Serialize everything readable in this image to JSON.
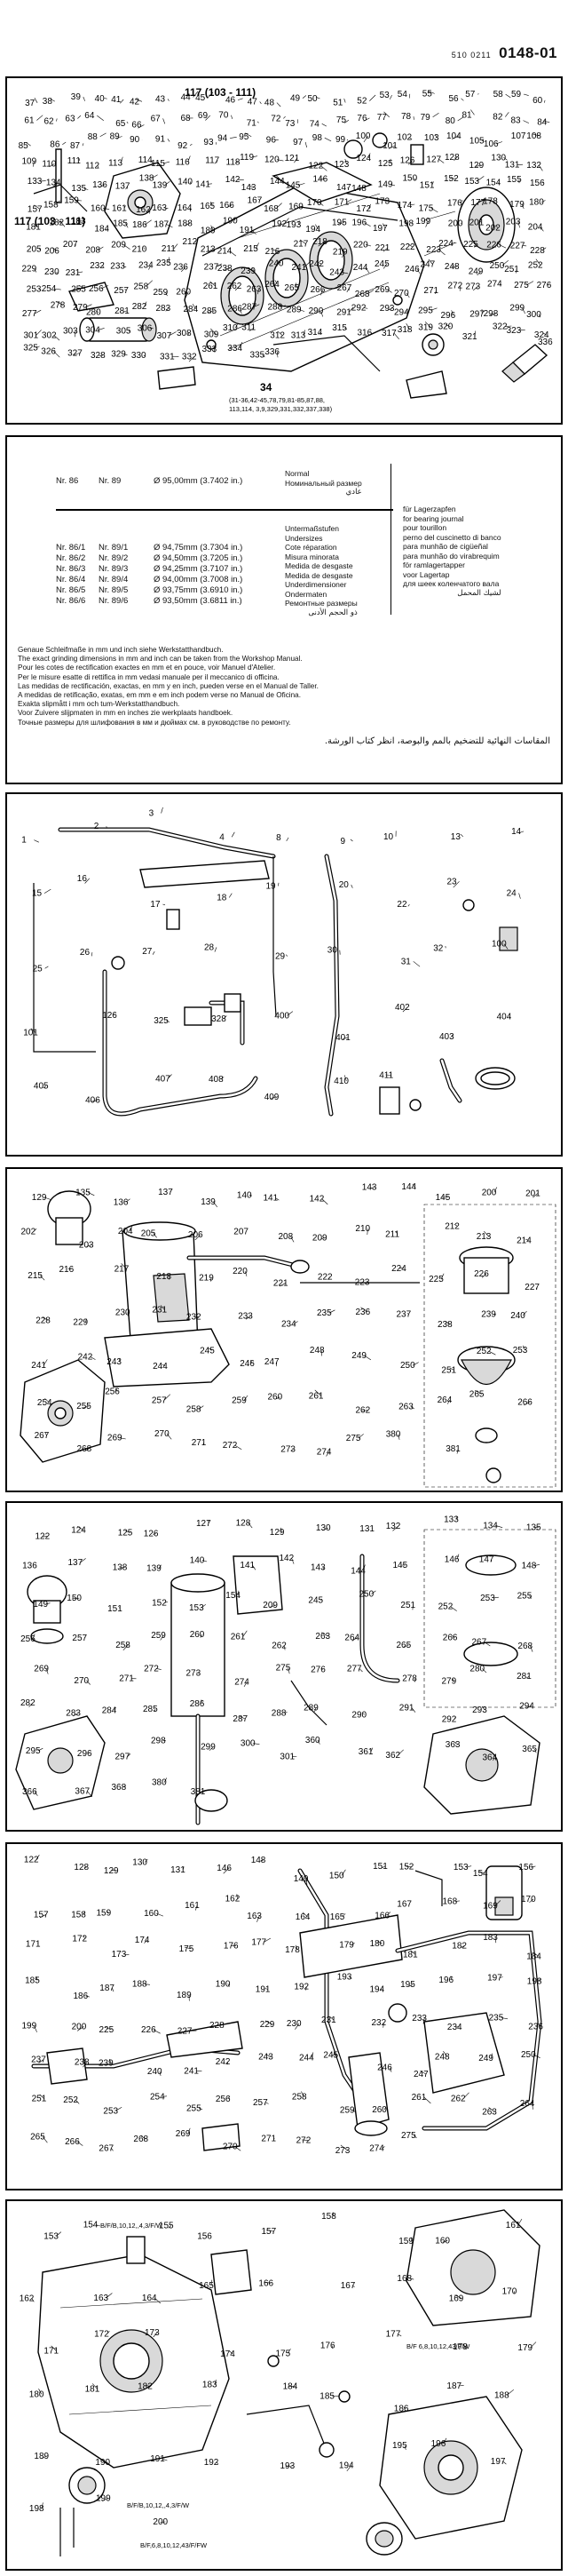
{
  "header": {
    "catalog_prefix": "510 0211",
    "catalog_number": "0148-01"
  },
  "panel1": {
    "labels": [
      "37",
      "38",
      "39",
      "40",
      "41",
      "42",
      "43",
      "44",
      "45",
      "46",
      "47",
      "48",
      "49",
      "50",
      "51",
      "52",
      "53",
      "54",
      "55",
      "56",
      "57",
      "58",
      "59",
      "60",
      "61",
      "62",
      "63",
      "64",
      "65",
      "66",
      "67",
      "68",
      "69",
      "70",
      "71",
      "72",
      "73",
      "74",
      "75",
      "76",
      "77",
      "78",
      "79",
      "80",
      "81",
      "82",
      "83",
      "84",
      "85",
      "86",
      "87",
      "88",
      "89",
      "90",
      "91",
      "92",
      "93",
      "94",
      "95",
      "96",
      "97",
      "98",
      "99",
      "100",
      "101",
      "102",
      "103",
      "104",
      "105",
      "106",
      "107",
      "108",
      "109",
      "110",
      "111",
      "112",
      "113",
      "114",
      "115",
      "116",
      "117",
      "118",
      "119",
      "120",
      "121",
      "122",
      "123",
      "124",
      "125",
      "126",
      "127",
      "128",
      "129",
      "130",
      "131",
      "132",
      "133",
      "134",
      "135",
      "136",
      "137",
      "138",
      "139",
      "140",
      "141",
      "142",
      "143",
      "144",
      "145",
      "146",
      "147",
      "148",
      "149",
      "150",
      "151",
      "152",
      "153",
      "154",
      "155",
      "156",
      "157",
      "158",
      "159",
      "160",
      "161",
      "162",
      "163",
      "164",
      "165",
      "166",
      "167",
      "168",
      "169",
      "170",
      "171",
      "172",
      "173",
      "174",
      "175",
      "176",
      "177",
      "178",
      "179",
      "180",
      "181",
      "182",
      "183",
      "184",
      "185",
      "186",
      "187",
      "188",
      "189",
      "190",
      "191",
      "192",
      "193",
      "194",
      "195",
      "196",
      "197",
      "198",
      "199",
      "200",
      "201",
      "202",
      "203",
      "204",
      "205",
      "206",
      "207",
      "208",
      "209",
      "210",
      "211",
      "212",
      "213",
      "214",
      "215",
      "216",
      "217",
      "218",
      "219",
      "220",
      "221",
      "222",
      "223",
      "224",
      "225",
      "226",
      "227",
      "228",
      "229",
      "230",
      "231",
      "232",
      "233",
      "234",
      "235",
      "236",
      "237",
      "238",
      "239",
      "240",
      "241",
      "242",
      "243",
      "244",
      "245",
      "246",
      "247",
      "248",
      "249",
      "250",
      "251",
      "252",
      "253",
      "254",
      "255",
      "256",
      "257",
      "258",
      "259",
      "260",
      "261",
      "262",
      "263",
      "264",
      "265",
      "266",
      "267",
      "268",
      "269",
      "270",
      "271",
      "272",
      "273",
      "274",
      "275",
      "276",
      "277",
      "278",
      "279",
      "280",
      "281",
      "282",
      "283",
      "284",
      "285",
      "286",
      "287",
      "288",
      "289",
      "290",
      "291",
      "292",
      "293",
      "294",
      "295",
      "296",
      "297",
      "298",
      "299",
      "300",
      "301",
      "302",
      "303",
      "304",
      "305",
      "306",
      "307",
      "308",
      "309",
      "310",
      "311",
      "312",
      "313",
      "314",
      "315",
      "316",
      "317",
      "318",
      "319",
      "320",
      "321",
      "322",
      "323",
      "324",
      "325",
      "326",
      "327",
      "328",
      "329",
      "330",
      "331",
      "332",
      "333",
      "334",
      "335",
      "336"
    ],
    "note_117_top": "117 (103 - 111)",
    "note_117_left": "117 (103 - 111)",
    "callout_34": "34",
    "callout_34_line1": "(31-36,42-45,78,79,81-85,87,88,",
    "callout_34_line2": "113,114, 3,9,329,331,332,337,338)",
    "tube_label": "336"
  },
  "table": {
    "header_c1": "Nr. 86",
    "header_c2": "Nr. 89",
    "header_c3": "Ø 95,00mm (3.7402 in.)",
    "header_langs": [
      "Normal",
      "Номинальный размер",
      "عادي"
    ],
    "rows": [
      {
        "c1": "Nr. 86/1",
        "c2": "Nr. 89/1",
        "c3": "Ø 94,75mm (3.7304 in.)"
      },
      {
        "c1": "Nr. 86/2",
        "c2": "Nr. 89/2",
        "c3": "Ø 94,50mm (3.7205 in.)"
      },
      {
        "c1": "Nr. 86/3",
        "c2": "Nr. 89/3",
        "c3": "Ø 94,25mm (3.7107 in.)"
      },
      {
        "c1": "Nr. 86/4",
        "c2": "Nr. 89/4",
        "c3": "Ø 94,00mm (3.7008 in.)"
      },
      {
        "c1": "Nr. 86/5",
        "c2": "Nr. 89/5",
        "c3": "Ø 93,75mm (3.6910 in.)"
      },
      {
        "c1": "Nr. 86/6",
        "c2": "Nr. 89/6",
        "c3": "Ø 93,50mm (3.6811 in.)"
      }
    ],
    "under_langs": [
      "Untermaßstufen",
      "Undersizes",
      "Cote réparation",
      "Misura minorata",
      "Medida de desgaste",
      "Medida de desgaste",
      "Underdimensioner",
      "Ondermaten",
      "Ремонтные размеры",
      "ذو الحجم الأدنى"
    ],
    "right_langs": [
      "für Lagerzapfen",
      "for bearing journal",
      "pour tourillon",
      "perno del cuscinetto di banco",
      "para munhão de cigüeñal",
      "para munhão do virabrequim",
      "för ramlagertapper",
      "voor Lagertap",
      "для шеек коленчатого вала",
      "لشيك المحمل"
    ],
    "notes": [
      "Genaue Schleifmaße in mm und inch siehe Werkstatthandbuch.",
      "The exact grinding dimensions in mm and inch can be taken from the Workshop Manual.",
      "Pour les cotes de rectification exactes en mm et en pouce, voir Manuel d'Atelier.",
      "Per le misure esatte di rettifica in mm vedasi manuale per il meccanico di officina.",
      "Las medidas de rectificación, exactas, en mm y en inch, pueden verse en el Manual de Taller.",
      "A medidas de retificação, exatas, em mm e em inch podem verse no Manual de Oficina.",
      "Exakta slipmått i mm och tum-Werkstatthandbuch.",
      "Voor Zuivere slijpmaten in mm en inches zie werkplaats handboek.",
      "Точные размеры для шлифования в мм и дюймах см. в руководстве по ремонту."
    ],
    "arabic_note": "المقاسات النهائية للتضخيم بالمم والبوصة، انظر كتاب الورشة."
  },
  "panel3": {
    "labels": [
      "1",
      "2",
      "3",
      "4",
      "8",
      "9",
      "10",
      "13",
      "14",
      "15",
      "16",
      "17",
      "18",
      "19",
      "20",
      "22",
      "23",
      "24",
      "25",
      "26",
      "27",
      "28",
      "29",
      "30",
      "31",
      "32",
      "100",
      "101",
      "126",
      "325",
      "328",
      "400",
      "401",
      "402",
      "403",
      "404",
      "405",
      "406",
      "407",
      "408",
      "409",
      "410",
      "411"
    ]
  },
  "panel4": {
    "labels": [
      "129",
      "135",
      "136",
      "137",
      "139",
      "140",
      "141",
      "142",
      "143",
      "144",
      "145",
      "200",
      "201",
      "202",
      "203",
      "204",
      "205",
      "206",
      "207",
      "208",
      "209",
      "210",
      "211",
      "212",
      "213",
      "214",
      "215",
      "216",
      "217",
      "218",
      "219",
      "220",
      "221",
      "222",
      "223",
      "224",
      "225",
      "226",
      "227",
      "228",
      "229",
      "230",
      "231",
      "232",
      "233",
      "234",
      "235",
      "236",
      "237",
      "238",
      "239",
      "240",
      "241",
      "242",
      "243",
      "244",
      "245",
      "246",
      "247",
      "248",
      "249",
      "250",
      "251",
      "252",
      "253",
      "254",
      "255",
      "256",
      "257",
      "258",
      "259",
      "260",
      "261",
      "262",
      "263",
      "264",
      "265",
      "266",
      "267",
      "268",
      "269",
      "270",
      "271",
      "272",
      "273",
      "274",
      "275",
      "380",
      "381"
    ]
  },
  "panel5": {
    "labels": [
      "122",
      "124",
      "125",
      "126",
      "127",
      "128",
      "129",
      "130",
      "131",
      "132",
      "133",
      "134",
      "135",
      "136",
      "137",
      "138",
      "139",
      "140",
      "141",
      "142",
      "143",
      "144",
      "145",
      "146",
      "147",
      "148",
      "149",
      "150",
      "151",
      "152",
      "153",
      "154",
      "209",
      "245",
      "250",
      "251",
      "252",
      "253",
      "255",
      "256",
      "257",
      "258",
      "259",
      "260",
      "261",
      "262",
      "263",
      "264",
      "265",
      "266",
      "267",
      "268",
      "269",
      "270",
      "271",
      "272",
      "273",
      "274",
      "275",
      "276",
      "277",
      "278",
      "279",
      "280",
      "281",
      "282",
      "283",
      "284",
      "285",
      "286",
      "287",
      "288",
      "289",
      "290",
      "291",
      "292",
      "293",
      "294",
      "295",
      "296",
      "297",
      "298",
      "299",
      "300",
      "301",
      "360",
      "361",
      "362",
      "363",
      "364",
      "365",
      "366",
      "367",
      "368",
      "380",
      "381"
    ]
  },
  "panel6": {
    "labels": [
      "122",
      "128",
      "129",
      "130",
      "131",
      "146",
      "148",
      "149",
      "150",
      "151",
      "152",
      "153",
      "154",
      "156",
      "157",
      "158",
      "159",
      "160",
      "161",
      "162",
      "163",
      "164",
      "165",
      "166",
      "167",
      "168",
      "169",
      "170",
      "171",
      "172",
      "173",
      "174",
      "175",
      "176",
      "177",
      "178",
      "179",
      "180",
      "181",
      "182",
      "183",
      "184",
      "185",
      "186",
      "187",
      "188",
      "189",
      "190",
      "191",
      "192",
      "193",
      "194",
      "195",
      "196",
      "197",
      "198",
      "199",
      "200",
      "225",
      "226",
      "227",
      "228",
      "229",
      "230",
      "231",
      "232",
      "233",
      "234",
      "235",
      "236",
      "237",
      "238",
      "239",
      "240",
      "241",
      "242",
      "243",
      "244",
      "245",
      "246",
      "247",
      "248",
      "249",
      "250",
      "251",
      "252",
      "253",
      "254",
      "255",
      "256",
      "257",
      "258",
      "259",
      "260",
      "261",
      "262",
      "263",
      "264",
      "265",
      "266",
      "267",
      "268",
      "269",
      "270",
      "271",
      "272",
      "273",
      "274",
      "275"
    ]
  },
  "panel7": {
    "labels": [
      "153",
      "154",
      "155",
      "156",
      "157",
      "158",
      "159",
      "160",
      "161",
      "162",
      "163",
      "164",
      "165",
      "166",
      "167",
      "168",
      "169",
      "170",
      "171",
      "172",
      "173",
      "174",
      "175",
      "176",
      "177",
      "178",
      "179",
      "180",
      "181",
      "182",
      "183",
      "184",
      "185",
      "186",
      "187",
      "188",
      "189",
      "190",
      "191",
      "192",
      "193",
      "194",
      "195",
      "196",
      "197",
      "198",
      "199",
      "200"
    ],
    "plate_codes": [
      "B/F/B,10,12,,4,3/F/W",
      "B/F 6,8,10,12,43/F/W",
      "B/F,6,8,10,12,43/F/FW",
      "B/F/B,10,12,,4,3/F/W"
    ]
  }
}
